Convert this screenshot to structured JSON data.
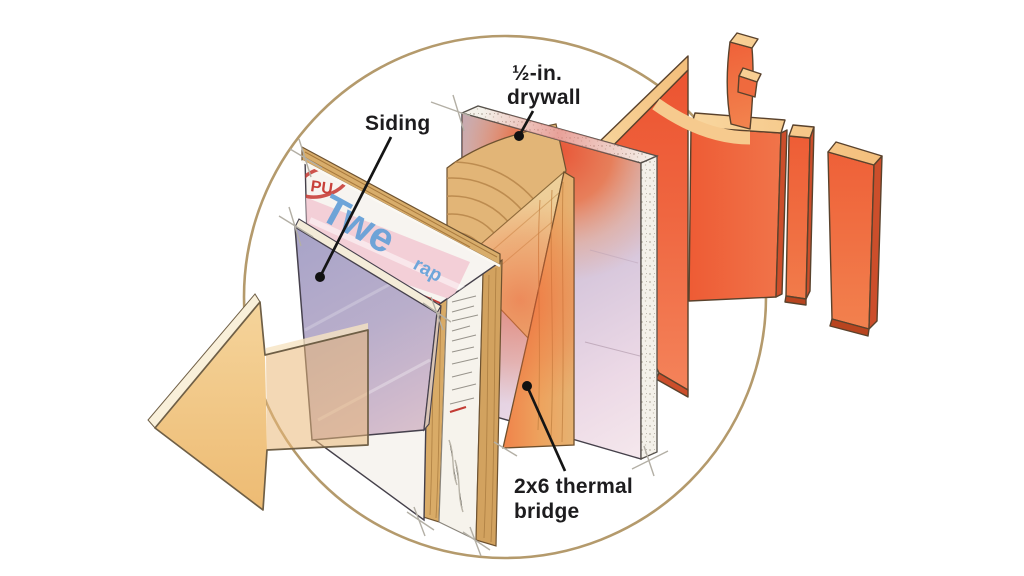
{
  "figure": {
    "subject": "Wall section cutaway showing heat loss through a 2x6 stud thermal bridge",
    "style": "circled isometric illustration with heat-flow arrows"
  },
  "labels": {
    "drywall_line1": "½-in.",
    "drywall_line2": "drywall",
    "siding": "Siding",
    "thermal_line1": "2x6 thermal",
    "thermal_line2": "bridge"
  },
  "housewrap_print": {
    "logo": "PU",
    "brand": "Twe",
    "wrap": "rap"
  },
  "colors": {
    "circle_outline": "#b49a6c",
    "heat_in_arrow": "#ee5c35",
    "heat_out_arrow": "#f0c584",
    "arrow_top_bevel": "#f7d6a0",
    "siding_face": "#b0a9c9",
    "housewrap_blue": "#67a1d7",
    "housewrap_pink": "#f2cbd4",
    "logo_red": "#c8403a",
    "plywood": "#d9ab67",
    "stud_hot": "#f0834a",
    "drywall_face": "#d9c6da",
    "gypsum_speckle": "#f4f1ea",
    "label_text": "#1d1c1e"
  }
}
